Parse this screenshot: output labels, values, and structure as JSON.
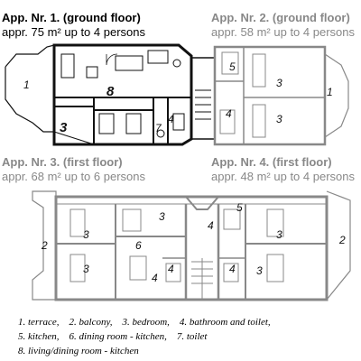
{
  "apartments": [
    {
      "title": "App. Nr. 1. (ground floor)",
      "subtitle": "appr. 75 m² up to 4 persons"
    },
    {
      "title": "App. Nr. 2. (ground floor)",
      "subtitle": "appr. 58 m² up to 4 persons"
    },
    {
      "title": "App. Nr. 3. (first floor)",
      "subtitle": "appr. 68 m² up to 6 persons"
    },
    {
      "title": "App. Nr. 4. (first floor)",
      "subtitle": "appr. 48 m² up to 4 persons"
    }
  ],
  "plan_labels": {
    "top_1a": "1",
    "top_8": "8",
    "top_3a": "3",
    "top_7": "7",
    "top_4a": "4",
    "top_4b": "4",
    "top_5": "5",
    "top_3b": "3",
    "top_3c": "3",
    "top_1b": "1",
    "bot_2a": "2",
    "bot_3a": "3",
    "bot_3b": "3",
    "bot_6": "6",
    "bot_3c": "3",
    "bot_4a": "4",
    "bot_4b": "4",
    "bot_5": "5",
    "bot_3d": "3",
    "bot_3e": "3",
    "bot_2b": "2",
    "bot_4c": "4",
    "bot_4d": "4"
  },
  "legend": {
    "line1": "1. terrace,    2. balcony,    3. bedroom,    4. bathroom and toilet,",
    "line2": "5. kitchen,    6. dining room - kitchen,    7. toilet",
    "line3": "8. living/dining room - kitchen"
  }
}
